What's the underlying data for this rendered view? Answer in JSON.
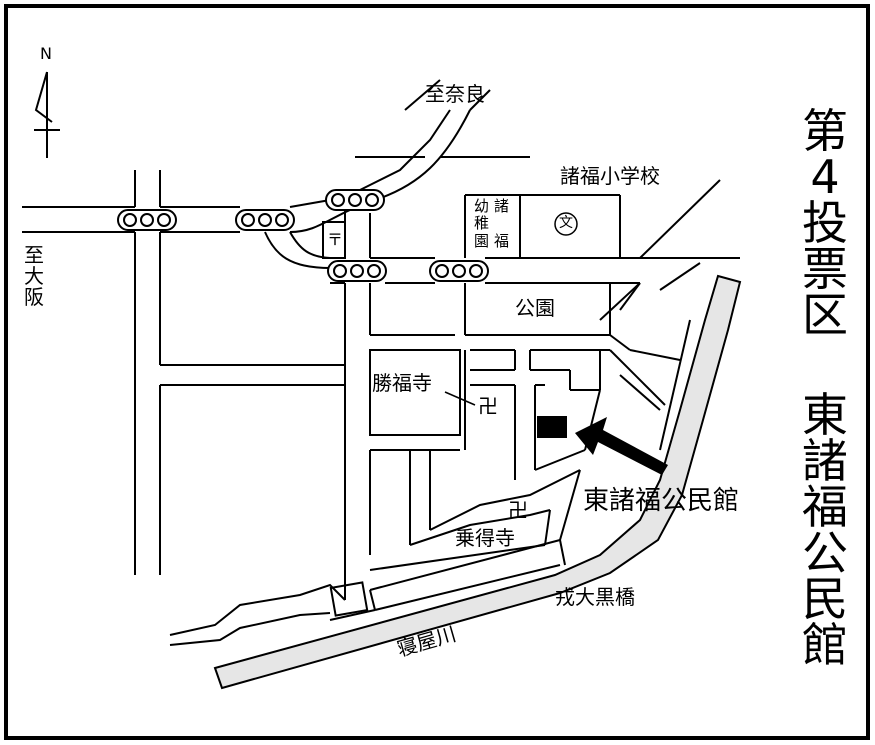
{
  "title": {
    "line1": [
      "第",
      "4",
      "投",
      "票",
      "区"
    ],
    "line2": [
      "東",
      "諸",
      "福",
      "公",
      "民",
      "館"
    ]
  },
  "compass": {
    "label": "N"
  },
  "directions": {
    "nara": "至奈良",
    "osaka": [
      "至",
      "大",
      "阪"
    ]
  },
  "places": {
    "elementary_school": "諸福小学校",
    "school_symbol": "文",
    "kindergarten": [
      "幼",
      "諸",
      "稚",
      "福",
      "園",
      ""
    ],
    "post_office_symbol": "〒",
    "park": "公園",
    "temple_shofukuji": "勝福寺",
    "temple_jotokuji": "乗得寺",
    "temple_symbol": "卍",
    "community_hall": "東諸福公民館",
    "bridge": "戎大黒橋",
    "river": "寝屋川"
  },
  "colors": {
    "line": "#000000",
    "river_fill": "#e6e6e6",
    "background": "#ffffff"
  }
}
